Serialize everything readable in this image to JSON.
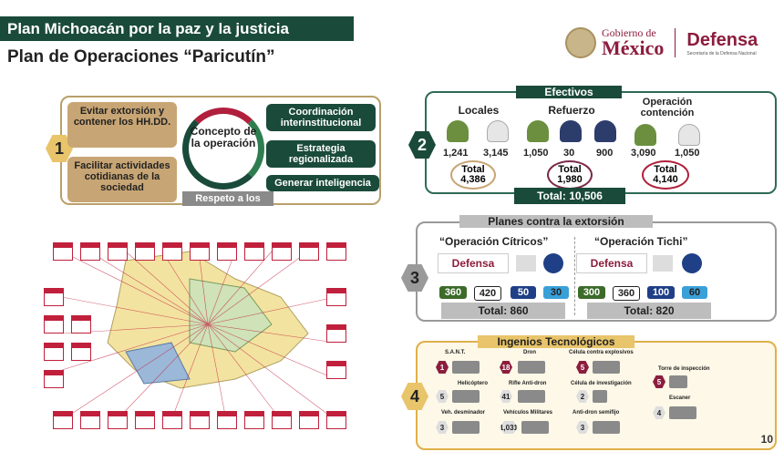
{
  "header": {
    "title": "Plan Michoacán por la paz y la justicia",
    "subtitle": "Plan de Operaciones “Paricutín”",
    "logo_gobierno_small": "Gobierno de",
    "logo_gobierno_big": "México",
    "logo_defensa": "Defensa",
    "logo_defensa_sub": "Secretaría de la Defensa Nacional"
  },
  "section1": {
    "number": "1",
    "left_top": "Evitar extorsión y contener los HH.DD.",
    "left_bottom": "Facilitar actividades cotidianas de la sociedad",
    "center": "Concepto de la operación",
    "right_items": [
      "Coordinación interinstitucional",
      "Estrategia regionalizada",
      "Generar inteligencia"
    ],
    "footer": "Respeto a los"
  },
  "section2": {
    "number": "2",
    "header": "Efectivos",
    "groups": [
      {
        "label": "Locales",
        "values": [
          "1,241",
          "3,145"
        ],
        "total_label": "Total",
        "total": "4,386"
      },
      {
        "label": "Refuerzo",
        "values": [
          "1,050",
          "30",
          "900"
        ],
        "total_label": "Total",
        "total": "1,980"
      },
      {
        "label": "Operación contención",
        "values": [
          "3,090",
          "1,050"
        ],
        "total_label": "Total",
        "total": "4,140"
      }
    ],
    "grand_total": "Total: 10,506"
  },
  "section3": {
    "number": "3",
    "header": "Planes contra la extorsión",
    "ops": [
      {
        "name": "“Operación Cítricos”",
        "logo": "Defensa",
        "pills": [
          "360",
          "420",
          "50",
          "30"
        ],
        "total": "Total: 860"
      },
      {
        "name": "“Operación Tichi”",
        "logo": "Defensa",
        "pills": [
          "300",
          "360",
          "100",
          "60"
        ],
        "total": "Total: 820"
      }
    ],
    "pill_colors": [
      "#3c6b2a",
      "#ffffff",
      "#1f3f86",
      "#3aa0d8"
    ]
  },
  "section4": {
    "number": "4",
    "header": "Ingenios Tecnológicos",
    "items": [
      {
        "label": "S.A.N.T.",
        "num": "1"
      },
      {
        "label": "Dron",
        "num": "18"
      },
      {
        "label": "Célula contra explosivos",
        "num": "5"
      },
      {
        "label": "Torre de inspección",
        "num": "5"
      },
      {
        "label": "Helicóptero",
        "num": "5"
      },
      {
        "label": "Rifle Anti-dron",
        "num": "41"
      },
      {
        "label": "Célula de investigación",
        "num": "2"
      },
      {
        "label": "Escaner",
        "num": "4"
      },
      {
        "label": "Veh. desminador",
        "num": "3"
      },
      {
        "label": "Vehículos Militares",
        "num": "1,031"
      },
      {
        "label": "Anti-dron semifijo",
        "num": "3"
      }
    ]
  },
  "page_number": "10"
}
